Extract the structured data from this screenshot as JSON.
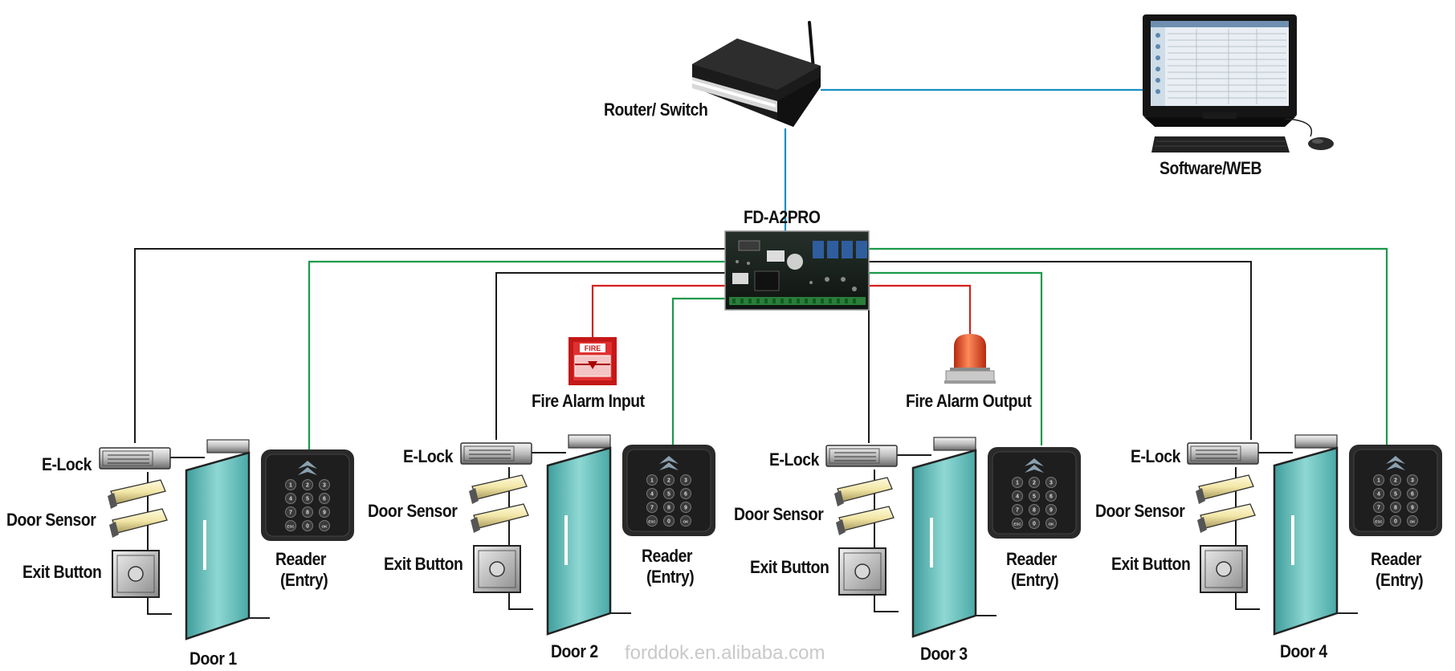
{
  "network": {
    "router_label": "Router/ Switch",
    "software_label": "Software/WEB",
    "controller_label": "FD-A2PRO"
  },
  "alarms": {
    "fire_input_label": "Fire Alarm Input",
    "fire_output_label": "Fire Alarm Output",
    "fire_sign_text": "FIRE"
  },
  "doors": [
    {
      "name": "Door 1",
      "elock": "E-Lock",
      "sensor": "Door Sensor",
      "exit": "Exit Button",
      "reader_line1": "Reader",
      "reader_line2": "(Entry)"
    },
    {
      "name": "Door 2",
      "elock": "E-Lock",
      "sensor": "Door Sensor",
      "exit": "Exit Button",
      "reader_line1": "Reader",
      "reader_line2": "(Entry)"
    },
    {
      "name": "Door 3",
      "elock": "E-Lock",
      "sensor": "Door Sensor",
      "exit": "Exit Button",
      "reader_line1": "Reader",
      "reader_line2": "(Entry)"
    },
    {
      "name": "Door 4",
      "elock": "E-Lock",
      "sensor": "Door Sensor",
      "exit": "Exit Button",
      "reader_line1": "Reader",
      "reader_line2": "(Entry)"
    }
  ],
  "keypad_keys": [
    "1",
    "2",
    "3",
    "4",
    "5",
    "6",
    "7",
    "8",
    "9",
    "ESC",
    "0",
    "OK"
  ],
  "watermark": "forddok.en.alibaba.com",
  "colors": {
    "network_line": "#1a8fc4",
    "black_line": "#1a1a1a",
    "green_line": "#1a9a4a",
    "red_line": "#d42020",
    "glass": "#5fb6b4",
    "reader": "#2a2a2a"
  }
}
